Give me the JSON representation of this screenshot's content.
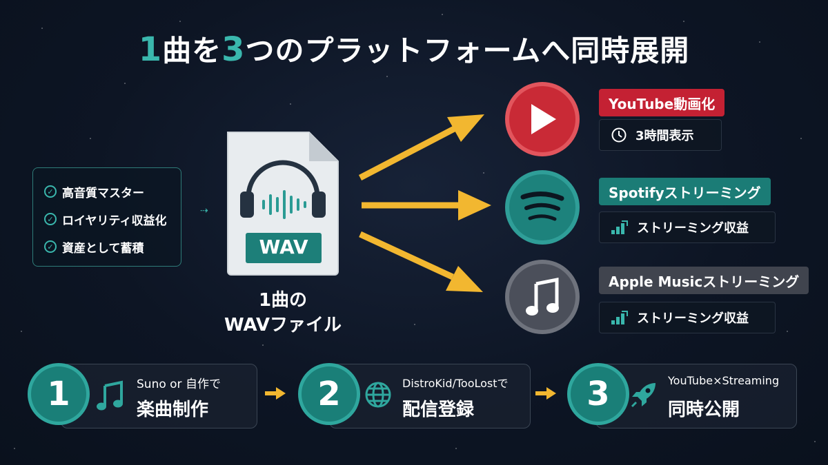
{
  "title": {
    "part1": "1",
    "part2": "曲を",
    "part3": "3",
    "part4": "つのプラットフォームへ同時展開"
  },
  "checklist": {
    "items": [
      "高音質マスター",
      "ロイヤリティ収益化",
      "資産として蓄積"
    ]
  },
  "file": {
    "badge": "WAV",
    "caption_line1": "1曲の",
    "caption_line2": "WAVファイル"
  },
  "platforms": [
    {
      "title": "YouTube動画化",
      "sub": "3時間表示",
      "icon": "youtube-play-icon",
      "color": "#c42133"
    },
    {
      "title": "Spotifyストリーミング",
      "sub": "ストリーミング収益",
      "icon": "spotify-icon",
      "color": "#1b7c76"
    },
    {
      "title": "Apple Musicストリーミング",
      "sub": "ストリーミング収益",
      "icon": "music-note-icon",
      "color": "#40444e"
    }
  ],
  "steps": [
    {
      "number": "1",
      "top": "Suno or 自作で",
      "main": "楽曲制作",
      "icon": "music-note-icon"
    },
    {
      "number": "2",
      "top": "DistroKid/TooLostで",
      "main": "配信登録",
      "icon": "globe-icon"
    },
    {
      "number": "3",
      "top": "YouTube×Streaming",
      "main": "同時公開",
      "icon": "rocket-icon"
    }
  ],
  "colors": {
    "accent_teal": "#3ab7ad",
    "arrow_gold": "#f2b730",
    "youtube_red": "#c42133",
    "spotify_teal": "#1b7c76",
    "apple_gray": "#40444e",
    "background": "#0d1524"
  }
}
